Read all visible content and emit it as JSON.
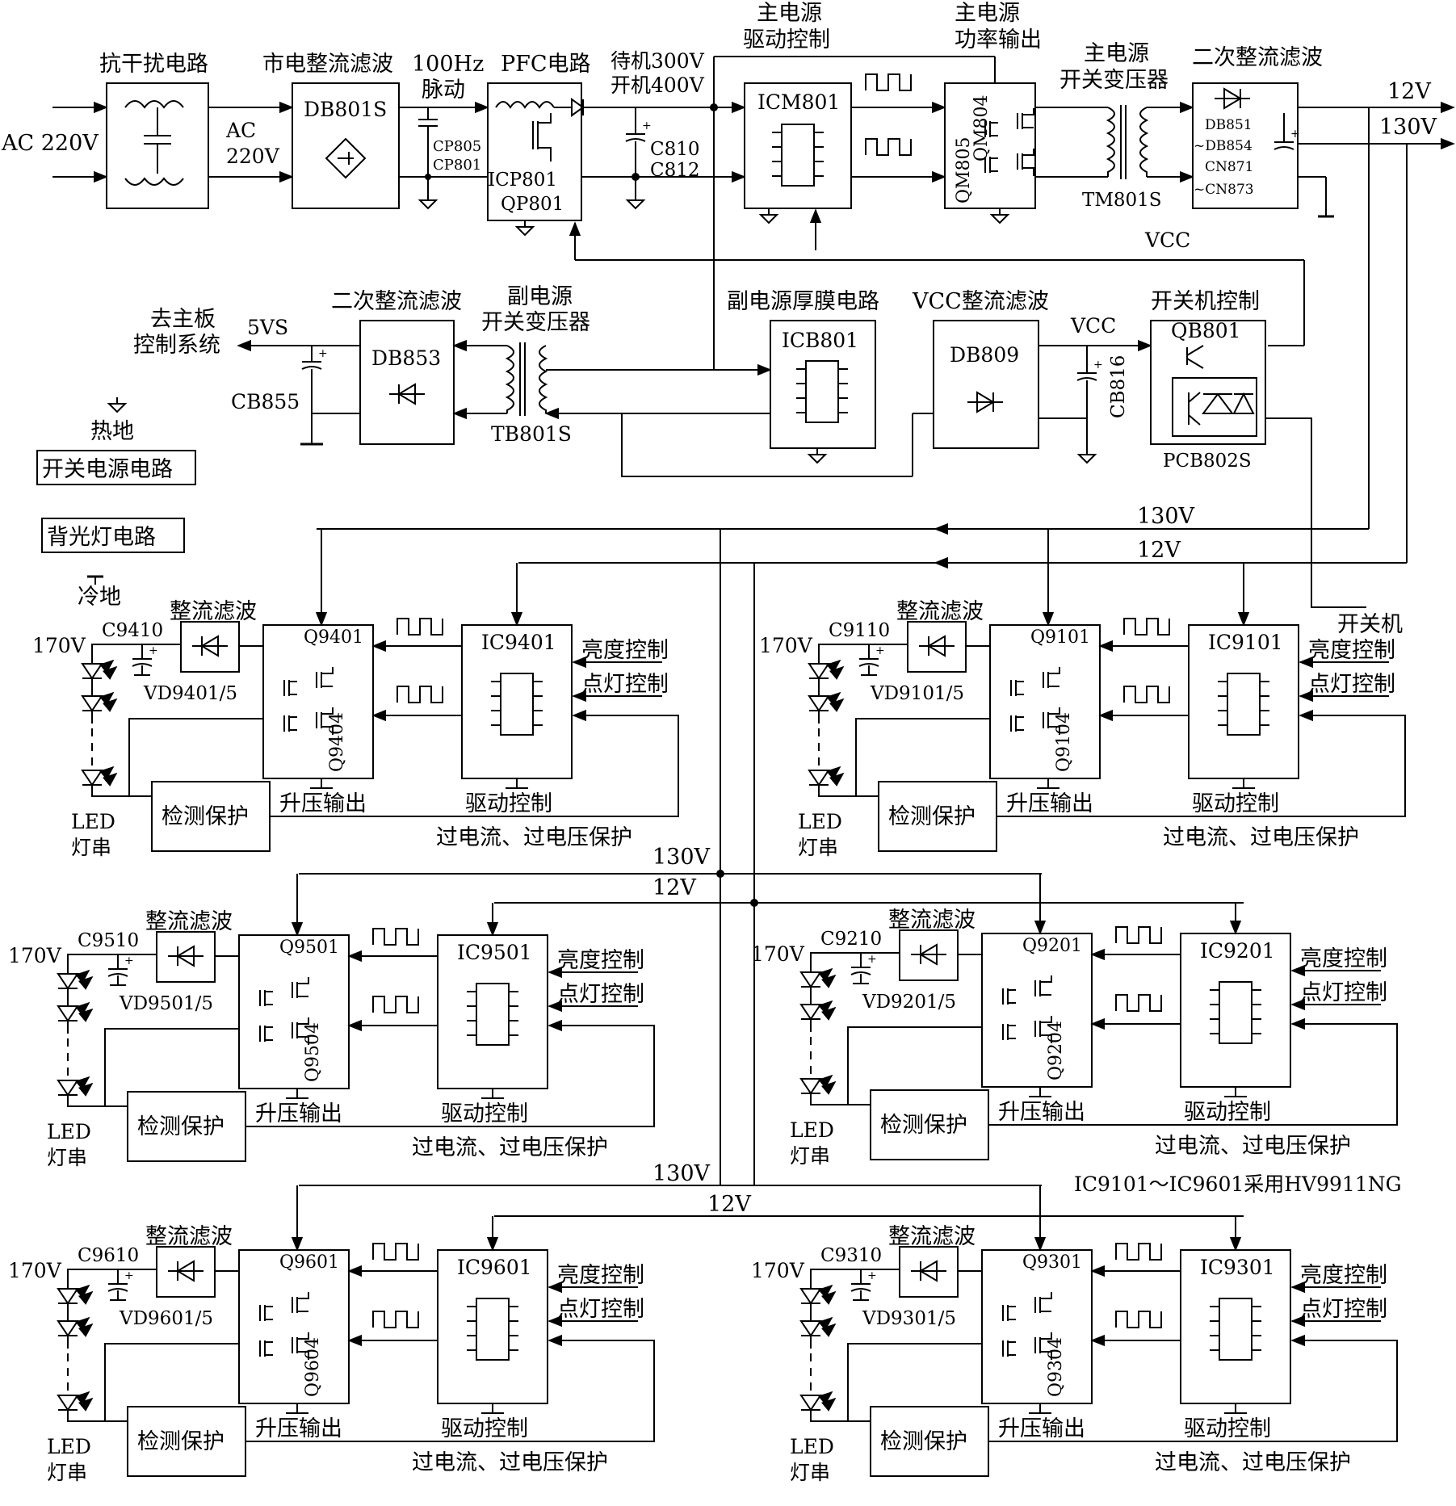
{
  "power": {
    "ac_in": "AC 220V",
    "emi_title": "抗干扰电路",
    "ac_mid": "AC",
    "ac_mid2": "220V",
    "rect_title": "市电整流滤波",
    "db801s": "DB801S",
    "hz_label": "100Hz",
    "pulse_label": "脉动",
    "cp805": "CP805",
    "cp801": "CP801",
    "pfc_title": "PFC电路",
    "icp801": "ICP801",
    "qp801": "QP801",
    "standby_v": "待机300V",
    "on_v": "开机400V",
    "c810": "C810",
    "c812": "C812",
    "drv_title1": "主电源",
    "drv_title2": "驱动控制",
    "icm801": "ICM801",
    "pwr_title1": "主电源",
    "pwr_title2": "功率输出",
    "qm805": "QM805",
    "qm804": "QM804",
    "tr_title1": "主电源",
    "tr_title2": "开关变压器",
    "tm801s": "TM801S",
    "sec_title": "二次整流滤波",
    "db851": "DB851",
    "db854": "~DB854",
    "cn871": "CN871",
    "cn873": "~CN873",
    "out12": "12V",
    "out130": "130V",
    "vcc_top": "VCC",
    "sb_go1": "去主板",
    "sb_go2": "控制系统",
    "v5vs": "5VS",
    "sb_sec_title": "二次整流滤波",
    "db853": "DB853",
    "cb855": "CB855",
    "sb_tr1": "副电源",
    "sb_tr2": "开关变压器",
    "tb801s": "TB801S",
    "sb_thick": "副电源厚膜电路",
    "icb801": "ICB801",
    "vcc_rect": "VCC整流滤波",
    "db809": "DB809",
    "vcc_lbl": "VCC",
    "cb816": "CB816",
    "onoff_title": "开关机控制",
    "qb801": "QB801",
    "pcb802s": "PCB802S",
    "hot_ground": "热地",
    "section_power": "开关电源电路"
  },
  "backlight": {
    "section": "背光灯电路",
    "cold_ground": "冷地",
    "bus130": "130V",
    "bus12": "12V",
    "onoff": "开关机",
    "note": "IC9101～IC9601采用HV9911NG",
    "common": {
      "rect": "整流滤波",
      "v170": "170V",
      "boost": "升压输出",
      "drive": "驱动控制",
      "detect": "检测保护",
      "protect": "过电流、过电压保护",
      "bright": "亮度控制",
      "light": "点灯控制",
      "led1": "LED",
      "led2": "灯串"
    },
    "units": [
      {
        "cap": "C9410",
        "vd": "VD9401/5",
        "q1": "Q9401",
        "q2": "Q9404",
        "ic": "IC9401"
      },
      {
        "cap": "C9110",
        "vd": "VD9101/5",
        "q1": "Q9101",
        "q2": "Q9104",
        "ic": "IC9101"
      },
      {
        "cap": "C9510",
        "vd": "VD9501/5",
        "q1": "Q9501",
        "q2": "Q9504",
        "ic": "IC9501"
      },
      {
        "cap": "C9210",
        "vd": "VD9201/5",
        "q1": "Q9201",
        "q2": "Q9204",
        "ic": "IC9201"
      },
      {
        "cap": "C9610",
        "vd": "VD9601/5",
        "q1": "Q9601",
        "q2": "Q9604",
        "ic": "IC9601"
      },
      {
        "cap": "C9310",
        "vd": "VD9301/5",
        "q1": "Q9301",
        "q2": "Q9304",
        "ic": "IC9301"
      }
    ]
  }
}
